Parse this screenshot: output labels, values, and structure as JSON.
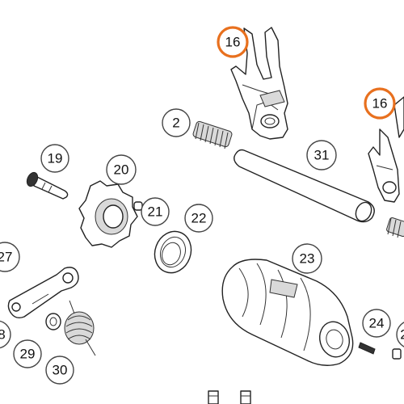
{
  "colors": {
    "highlight": "#e8701e",
    "line": "#222222",
    "label_ring": "#444444"
  },
  "callouts": [
    {
      "id": "16a",
      "text": "16",
      "highlighted": true
    },
    {
      "id": "16b",
      "text": "16",
      "highlighted": true
    },
    {
      "id": "2",
      "text": "2",
      "highlighted": false
    },
    {
      "id": "31",
      "text": "31",
      "highlighted": false
    },
    {
      "id": "19",
      "text": "19",
      "highlighted": false
    },
    {
      "id": "20",
      "text": "20",
      "highlighted": false
    },
    {
      "id": "21",
      "text": "21",
      "highlighted": false
    },
    {
      "id": "22",
      "text": "22",
      "highlighted": false
    },
    {
      "id": "27",
      "text": "27",
      "highlighted": false
    },
    {
      "id": "23",
      "text": "23",
      "highlighted": false
    },
    {
      "id": "28",
      "text": "8",
      "highlighted": false
    },
    {
      "id": "29",
      "text": "29",
      "highlighted": false
    },
    {
      "id": "30",
      "text": "30",
      "highlighted": false
    },
    {
      "id": "24",
      "text": "24",
      "highlighted": false
    },
    {
      "id": "25",
      "text": "2",
      "highlighted": false
    }
  ]
}
